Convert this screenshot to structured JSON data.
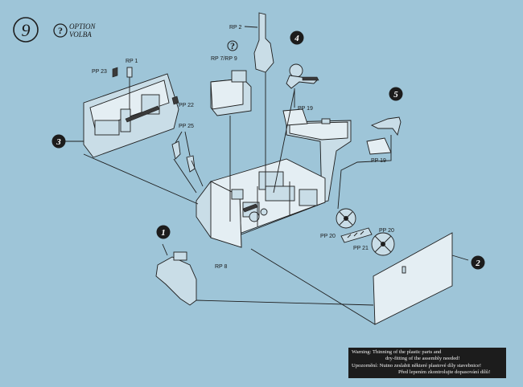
{
  "step": {
    "number": "9"
  },
  "option": {
    "line1": "OPTION",
    "line2": "VOLBA"
  },
  "badges": [
    "1",
    "2",
    "3",
    "4",
    "5"
  ],
  "parts": {
    "rp2": "RP 2",
    "rp1": "RP 1",
    "pp23": "PP 23",
    "pp22": "PP 22",
    "rp7rp9": "RP 7/RP 9",
    "pp19a": "PP 19",
    "pp19b": "PP 19",
    "pp25": "PP 25",
    "rp8": "RP 8",
    "pp20a": "PP 20",
    "pp20b": "PP 20",
    "pp21": "PP 21"
  },
  "warning": {
    "l1": "Warning: Thinning of the plastic parts and",
    "l2": "dry-fitting of the assembly needed!",
    "l3": "Upozornění: Nutno zeslabit některé plastové díly stavebnice!",
    "l4": "Před lepením zkontrolujte dopasování dílů!"
  },
  "colors": {
    "background": "#9ec5d8",
    "ink": "#1e1e1e",
    "warning_bg": "#1c1c1c"
  },
  "icons": [
    "option-question-icon"
  ]
}
